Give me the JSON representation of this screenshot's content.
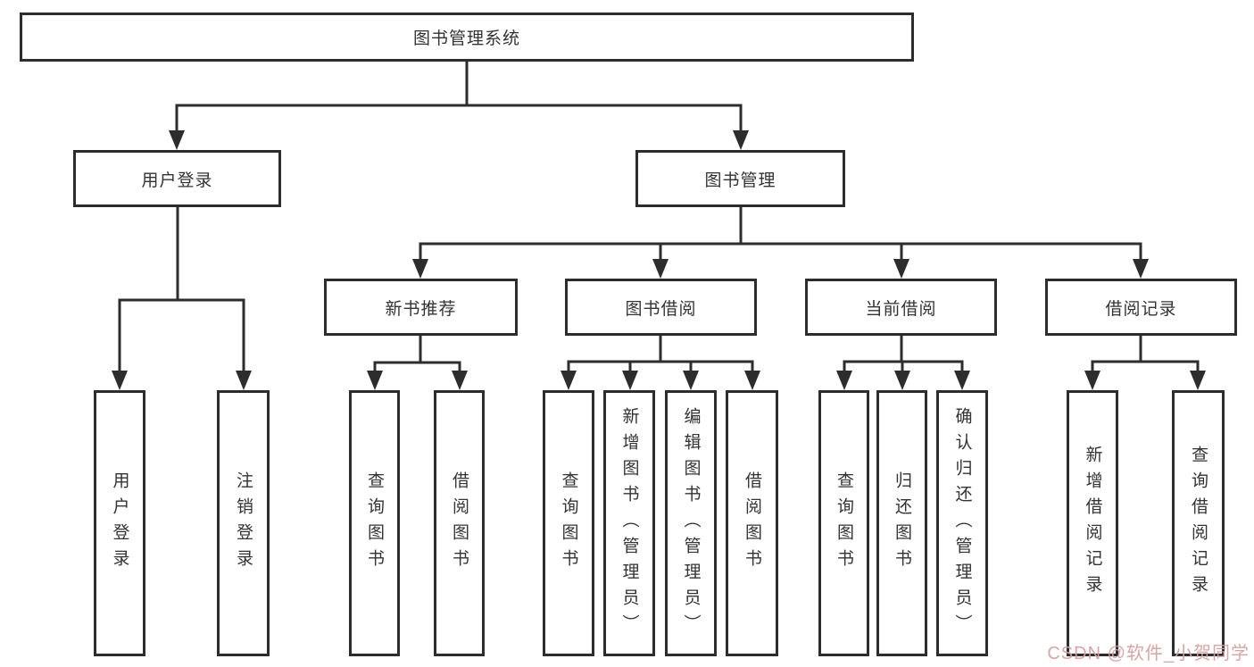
{
  "diagram": {
    "title": "图书管理系统",
    "nodes": {
      "root": "图书管理系统",
      "user_login": "用户登录",
      "book_mgmt": "图书管理",
      "new_book_rec": "新书推荐",
      "book_borrow": "图书借阅",
      "current_borrow": "当前借阅",
      "borrow_records": "借阅记录"
    },
    "leaves": {
      "user_login_leaf": "用户登录",
      "logout_leaf": "注销登录",
      "rec_query_books": "查询图书",
      "rec_borrow_books": "借阅图书",
      "bb_query_books": "查询图书",
      "bb_add_books": "新增图书（管理员）",
      "bb_edit_books": "编辑图书（管理员）",
      "bb_borrow_books": "借阅图书",
      "cb_query_books": "查询图书",
      "cb_return_books": "归还图书",
      "cb_confirm_return": "确认归还（管理员）",
      "br_add_record": "新增借阅记录",
      "br_query_record": "查询借阅记录"
    }
  },
  "watermark": "CSDN @软件_小贺同学",
  "colors": {
    "line": "#2d2d2d",
    "text": "#333333",
    "box_background": "#ffffff",
    "watermark": "#d6a0a0"
  }
}
